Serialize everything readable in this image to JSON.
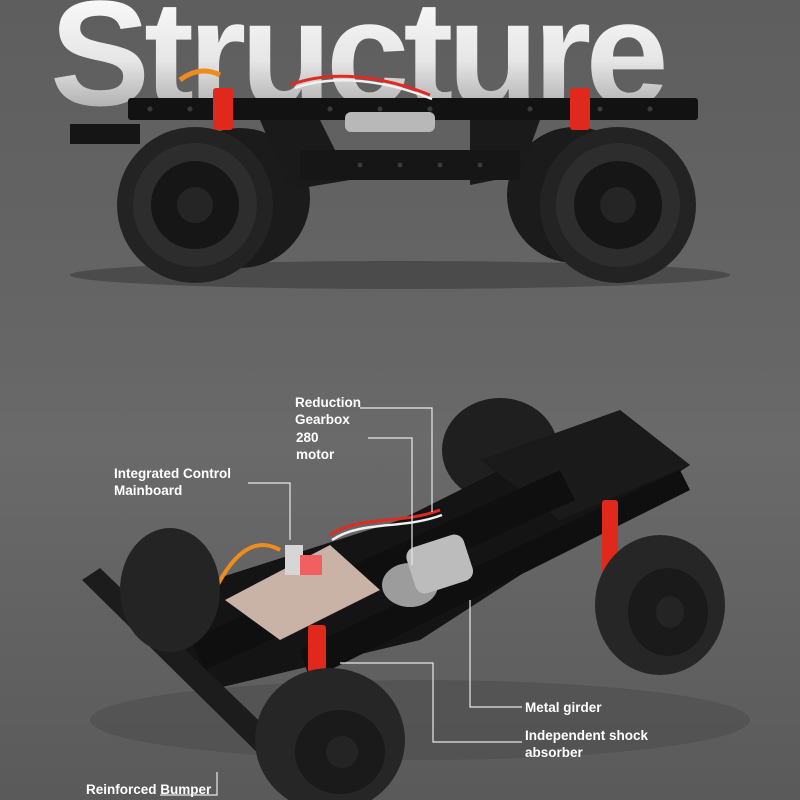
{
  "title": "Structure",
  "labels": {
    "gearbox_line1": "Reduction",
    "gearbox_line2": "Gearbox",
    "motor_line1": "280",
    "motor_line2": "motor",
    "mainboard_line1": "Integrated Control",
    "mainboard_line2": "Mainboard",
    "girder": "Metal girder",
    "shock_line1": "Independent shock",
    "shock_line2": "absorber",
    "bumper": "Reinforced Bumper"
  },
  "colors": {
    "background": "#636363",
    "frame": "#121212",
    "tire": "#222222",
    "spring": "#e0281c",
    "label_text": "#ffffff"
  }
}
